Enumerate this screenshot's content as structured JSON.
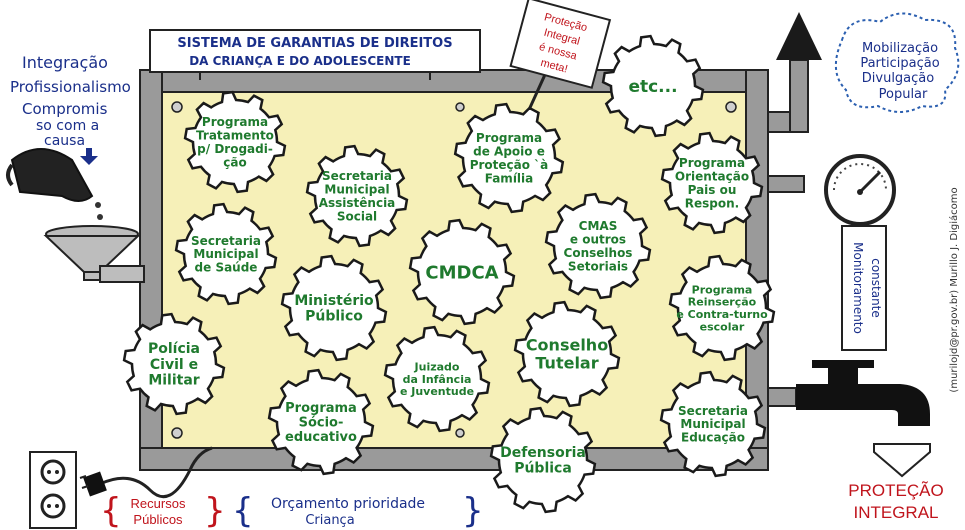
{
  "header": {
    "title_line1": "SISTEMA DE GARANTIAS DE DIREITOS",
    "title_line2": "DA CRIANÇA E DO ADOLESCENTE"
  },
  "left_labels": {
    "integracao": "Integração",
    "profissionalismo": "Profissionalismo",
    "compromisso_line1": "Compromis",
    "compromisso_line2": "so com a",
    "compromisso_line3": "causa"
  },
  "sign": {
    "line1": "Proteção",
    "line2": "Integral",
    "line3": "é nossa",
    "line4": "meta!"
  },
  "right_cloud": {
    "line1": "Mobilização",
    "line2": "Participação",
    "line3": "Divulgação",
    "line4": "Popular"
  },
  "monitoring": {
    "line1": "Monitoramento",
    "line2": "constante"
  },
  "output": {
    "line1": "PROTEÇÃO",
    "line2": "INTEGRAL"
  },
  "bottom": {
    "recursos_line1": "Recursos",
    "recursos_line2": "Públicos",
    "orcamento_line1": "Orçamento prioridade",
    "orcamento_line2": "Criança"
  },
  "credit": "(murilojd@pr.gov.br) Murillo J. Digiácomo",
  "gears": [
    {
      "id": "drogadicao",
      "lines": [
        "Programa",
        "Tratamento",
        "p/ Drogadi-",
        "ção"
      ]
    },
    {
      "id": "assistencia",
      "lines": [
        "Secretaria",
        "Municipal",
        "Assistência",
        "Social"
      ]
    },
    {
      "id": "apoio-familia",
      "lines": [
        "Programa",
        "de Apoio e",
        "Proteção `à",
        "Família"
      ]
    },
    {
      "id": "etc",
      "lines": [
        "etc..."
      ]
    },
    {
      "id": "orientacao",
      "lines": [
        "Programa",
        "Orientação",
        "Pais ou",
        "Respon."
      ]
    },
    {
      "id": "saude",
      "lines": [
        "Secretaria",
        "Municipal",
        "de Saúde"
      ]
    },
    {
      "id": "cmas",
      "lines": [
        "CMAS",
        "e outros",
        "Conselhos",
        "Setoriais"
      ]
    },
    {
      "id": "cmdca",
      "lines": [
        "CMDCA"
      ]
    },
    {
      "id": "ministerio",
      "lines": [
        "Ministério",
        "Público"
      ]
    },
    {
      "id": "reinsercao",
      "lines": [
        "Programa",
        "Reinserção",
        "e Contra-turno",
        "escolar"
      ]
    },
    {
      "id": "policia",
      "lines": [
        "Polícia",
        "Civil e",
        "Militar"
      ]
    },
    {
      "id": "juizado",
      "lines": [
        "Juizado",
        "da Infância",
        "e Juventude"
      ]
    },
    {
      "id": "conselho",
      "lines": [
        "Conselho",
        "Tutelar"
      ]
    },
    {
      "id": "socioeducativo",
      "lines": [
        "Programa",
        "Sócio-",
        "educativo"
      ]
    },
    {
      "id": "educacao",
      "lines": [
        "Secretaria",
        "Municipal",
        "Educação"
      ]
    },
    {
      "id": "defensoria",
      "lines": [
        "Defensoria",
        "Pública"
      ]
    }
  ]
}
